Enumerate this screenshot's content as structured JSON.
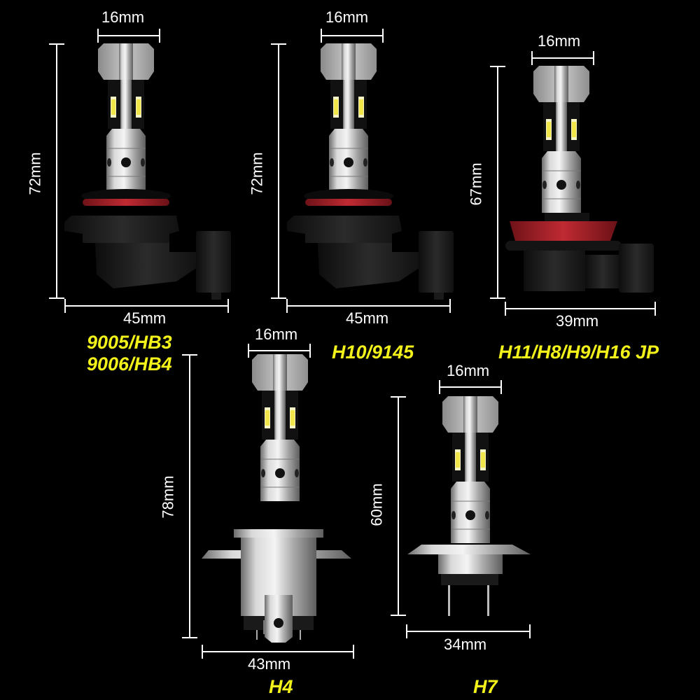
{
  "colors": {
    "background": "#000000",
    "dimension_text": "#ffffff",
    "model_label": "#f2f21a",
    "seal_ring": "#b5242c"
  },
  "bulbs": [
    {
      "id": "9005-9006",
      "models": [
        "9005/HB3",
        "9006/HB4"
      ],
      "tip_width": "16mm",
      "height": "72mm",
      "width": "45mm"
    },
    {
      "id": "h10",
      "models": [
        "H10/9145"
      ],
      "tip_width": "16mm",
      "height": "72mm",
      "width": "45mm"
    },
    {
      "id": "h11",
      "models": [
        "H11/H8/H9/H16 JP"
      ],
      "tip_width": "16mm",
      "height": "67mm",
      "width": "39mm"
    },
    {
      "id": "h4",
      "models": [
        "H4"
      ],
      "tip_width": "16mm",
      "height": "78mm",
      "width": "43mm"
    },
    {
      "id": "h7",
      "models": [
        "H7"
      ],
      "tip_width": "16mm",
      "height": "60mm",
      "width": "34mm"
    }
  ]
}
